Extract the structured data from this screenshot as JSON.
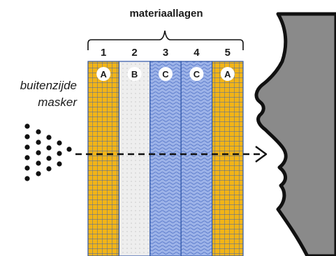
{
  "diagram": {
    "title": "materiaallagen",
    "outside_label_line1": "buitenzijde",
    "outside_label_line2": "masker",
    "layers": [
      {
        "number": "1",
        "letter": "A",
        "material": "grid-yellow"
      },
      {
        "number": "2",
        "letter": "B",
        "material": "dotted-grey"
      },
      {
        "number": "3",
        "letter": "C",
        "material": "wavy-blue"
      },
      {
        "number": "4",
        "letter": "C",
        "material": "wavy-blue"
      },
      {
        "number": "5",
        "letter": "A",
        "material": "grid-yellow"
      }
    ],
    "colors": {
      "grid_yellow": "#f2b417",
      "grid_lines": "#3e63b0",
      "dotted_grey": "#eeeeee",
      "wavy_blue": "#9db3e8",
      "face": "#8a8a8a",
      "ink": "#111111"
    },
    "icons": [
      "particle-cloud-icon",
      "dashed-arrow-icon",
      "face-profile-icon",
      "bracket-icon"
    ]
  }
}
